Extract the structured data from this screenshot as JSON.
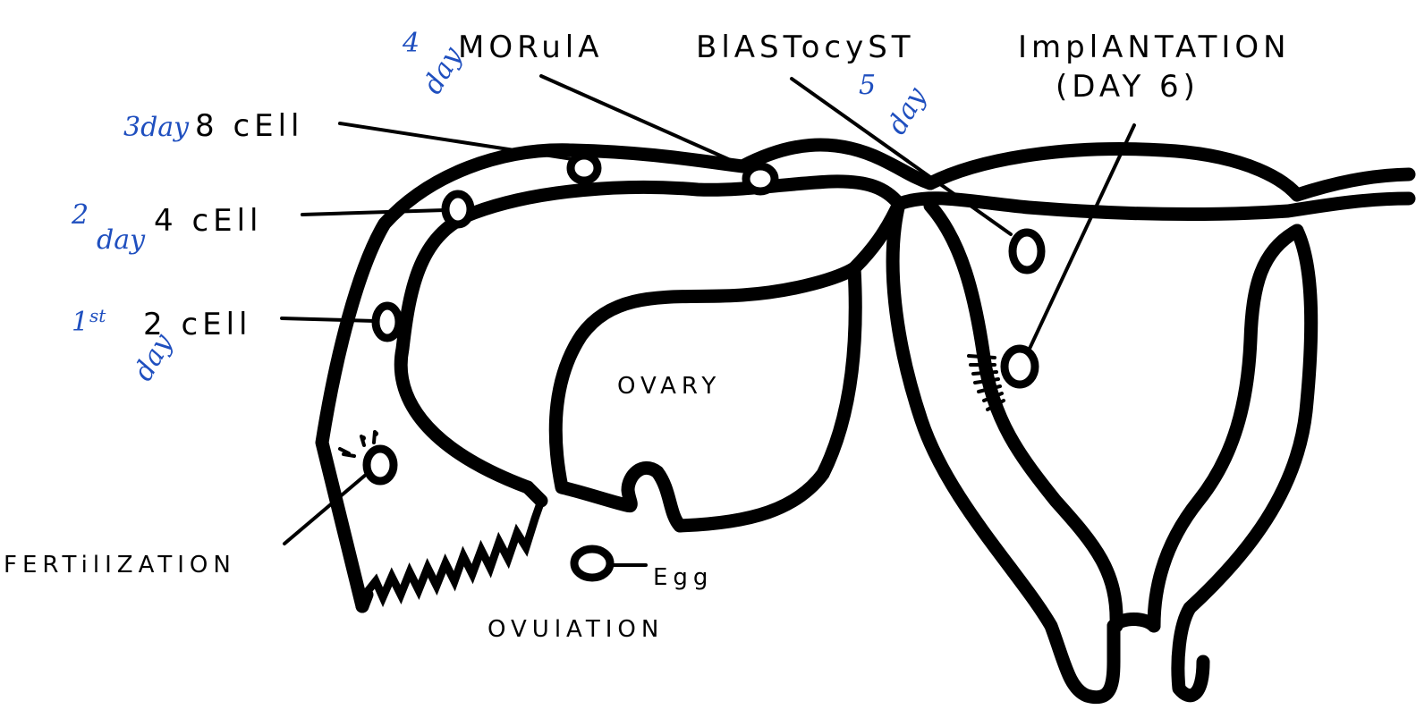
{
  "labels": {
    "morula": "MORulA",
    "blastocyst": "BlASTocyST",
    "implantation_line1": "ImplANTATION",
    "implantation_line2": "(DAY 6)",
    "cell8": "8 cEll",
    "cell4": "4 cEll",
    "cell2": "2 cEll",
    "ovary": "OVARY",
    "fertilization": "FERTilIZATION",
    "egg": "Egg",
    "ovulation": "OVUlATION"
  },
  "notes": {
    "day1_a": "1",
    "day1_b": "st",
    "day1_c": "day",
    "day2_a": "2",
    "day2_b": "day",
    "day3": "3day",
    "day4_a": "4",
    "day4_b": "day",
    "day5_a": "5",
    "day5_b": "day"
  },
  "colors": {
    "ink": "#000000",
    "annotation": "#1f4fbf"
  }
}
